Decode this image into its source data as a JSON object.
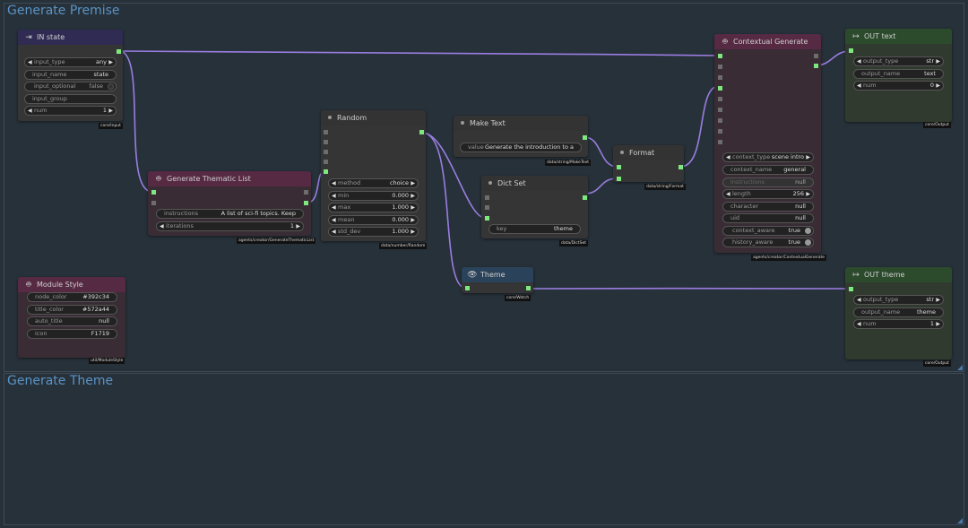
{
  "colors": {
    "link": "#9a7de0",
    "group_title": "#5a93c4",
    "input_title_bg": "#2f2b52",
    "purple_title_bg": "#572a44",
    "purple_body_bg": "#392c34",
    "watch_title_bg": "#2b435a",
    "output_title_bg": "#2c4a2c",
    "output_body_bg": "#313a2f"
  },
  "groups": [
    {
      "title": "Generate Premise"
    },
    {
      "title": "Generate Theme"
    }
  ],
  "nodes": {
    "in_state": {
      "title": "IN state",
      "icon": "input-icon",
      "widgets": [
        {
          "label": "input_type",
          "value": "any"
        },
        {
          "label": "input_name",
          "value": "state"
        },
        {
          "label": "input_optional",
          "value": "false"
        },
        {
          "label": "input_group",
          "value": ""
        },
        {
          "label": "num",
          "value": "1"
        }
      ],
      "footer": "core/Input"
    },
    "thematic": {
      "title": "Generate Thematic List",
      "icon": "robot-icon",
      "widgets": [
        {
          "label": "instructions",
          "value": "A list of sci-fi topics. Keep"
        },
        {
          "label": "iterations",
          "value": "1"
        }
      ],
      "footer": "agents/creator/GenerateThematicList"
    },
    "random": {
      "title": "Random",
      "widgets": [
        {
          "label": "method",
          "value": "choice"
        },
        {
          "label": "min",
          "value": "0.000"
        },
        {
          "label": "max",
          "value": "1.000"
        },
        {
          "label": "mean",
          "value": "0.000"
        },
        {
          "label": "std_dev",
          "value": "1.000"
        }
      ],
      "footer": "data/number/Random"
    },
    "make_text": {
      "title": "Make Text",
      "widgets": [
        {
          "label": "value",
          "value": "Generate the introduction to a"
        }
      ],
      "footer": "data/string/MakeText"
    },
    "dict_set": {
      "title": "Dict Set",
      "widgets": [
        {
          "label": "key",
          "value": "theme"
        }
      ],
      "footer": "data/DictSet"
    },
    "format": {
      "title": "Format",
      "footer": "data/string/Format"
    },
    "contextual": {
      "title": "Contextual Generate",
      "icon": "robot-icon",
      "widgets": [
        {
          "label": "context_type",
          "value": "scene intro"
        },
        {
          "label": "context_name",
          "value": "general"
        },
        {
          "label": "instructions",
          "value": "null"
        },
        {
          "label": "length",
          "value": "256"
        },
        {
          "label": "character",
          "value": "null"
        },
        {
          "label": "uid",
          "value": "null"
        },
        {
          "label": "context_aware",
          "value": "true"
        },
        {
          "label": "history_aware",
          "value": "true"
        }
      ],
      "footer": "agents/creator/ContextualGenerate"
    },
    "out_text": {
      "title": "OUT text",
      "icon": "output-icon",
      "widgets": [
        {
          "label": "output_type",
          "value": "str"
        },
        {
          "label": "output_name",
          "value": "text"
        },
        {
          "label": "num",
          "value": "0"
        }
      ],
      "footer": "core/Output"
    },
    "module_style": {
      "title": "Module Style",
      "icon": "robot-icon",
      "widgets": [
        {
          "label": "node_color",
          "value": "#392c34"
        },
        {
          "label": "title_color",
          "value": "#572a44"
        },
        {
          "label": "auto_title",
          "value": "null"
        },
        {
          "label": "icon",
          "value": "F1719"
        }
      ],
      "footer": "util/ModuleStyle"
    },
    "theme": {
      "title": "Theme",
      "icon": "eye-icon",
      "footer": "core/Watch"
    },
    "out_theme": {
      "title": "OUT theme",
      "icon": "output-icon",
      "widgets": [
        {
          "label": "output_type",
          "value": "str"
        },
        {
          "label": "output_name",
          "value": "theme"
        },
        {
          "label": "num",
          "value": "1"
        }
      ],
      "footer": "core/Output"
    }
  }
}
